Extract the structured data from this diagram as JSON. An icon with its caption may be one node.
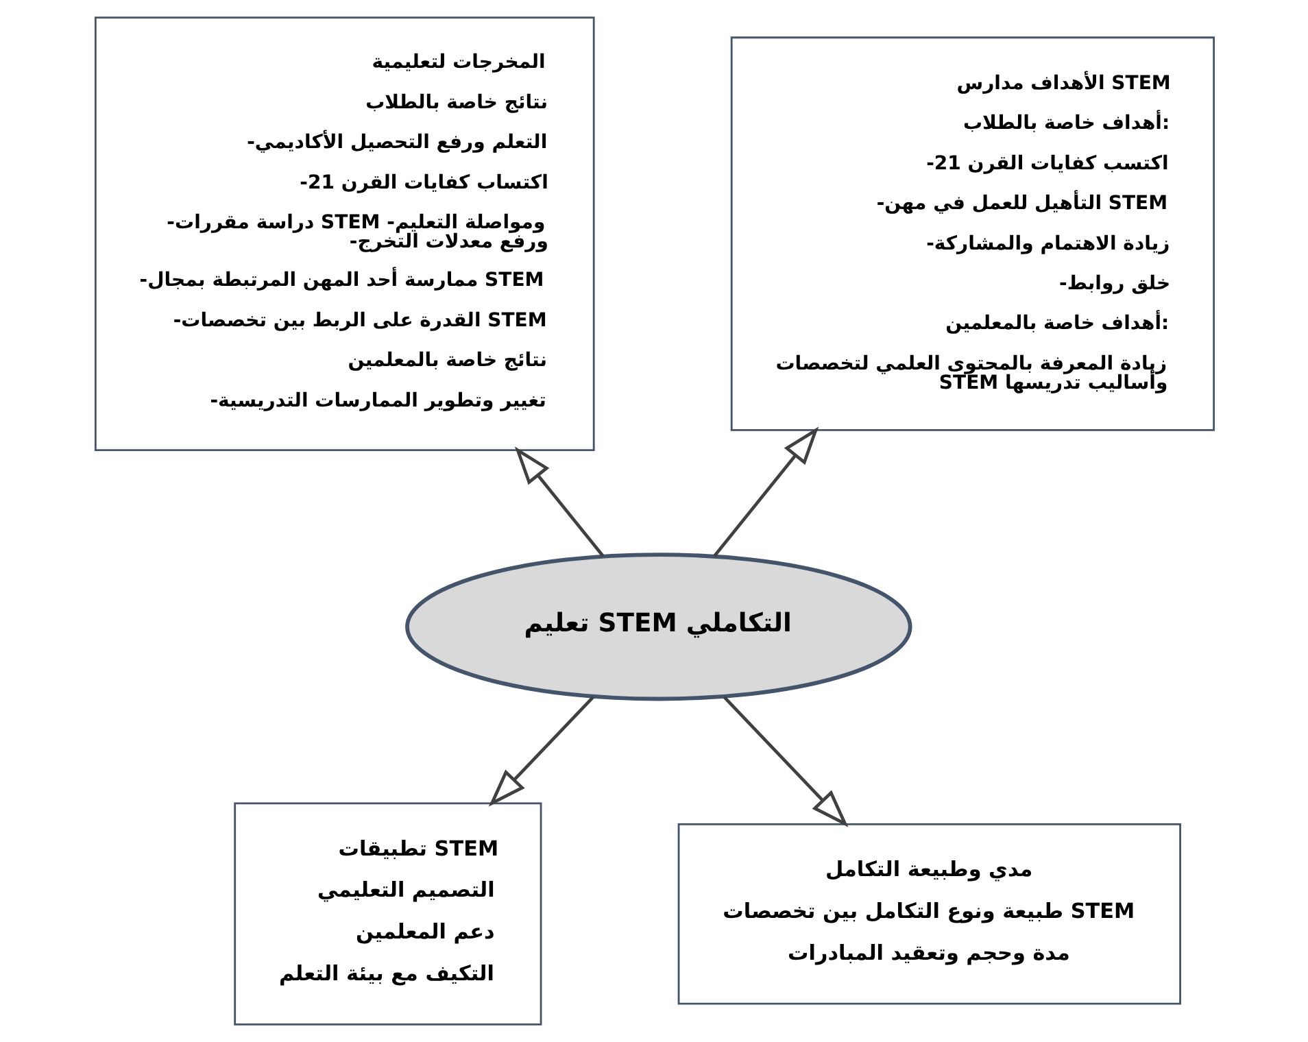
{
  "diagram": {
    "nodes": [
      {
        "text": [
          "تعليم STEM التكاملي"
        ]
      },
      {
        "text": [
          "المخرجات لتعليمية",
          "نتائج خاصة بالطلاب",
          "-التعلم ورفع التحصيل الأكاديمي",
          "-اكتساب كفايات القرن 21",
          "-دراسة مقررات STEM -ومواصلة التعليم -ورفع معدلات التخرج",
          "-ممارسة أحد المهن المرتبطة بمجال STEM",
          "-القدرة على الربط بين تخصصات STEM",
          "نتائج خاصة بالمعلمين",
          "-تغيير وتطوير الممارسات التدريسية"
        ]
      },
      {
        "text": [
          "الأهداف مدارس STEM",
          "أهداف خاصة بالطلاب:",
          "-اكتسب كفايات القرن 21",
          "-التأهيل للعمل في مهن STEM",
          "-زيادة الاهتمام والمشاركة",
          "-خلق روابط",
          "أهداف خاصة بالمعلمين:",
          "زيادة المعرفة بالمحتوى العلمي لتخصصات STEM وأساليب تدريسها"
        ]
      },
      {
        "text": [
          "تطبيقات STEM",
          "التصميم التعليمي",
          "دعم المعلمين",
          "التكيف مع بيئة التعلم"
        ]
      },
      {
        "text": [
          "مدي وطبيعة التكامل",
          "طبيعة ونوع التكامل بين تخصصات STEM",
          "مدة وحجم وتعقيد المبادرات"
        ]
      }
    ],
    "edges": [
      {
        "from": 0,
        "to": 1,
        "arrow": "to"
      },
      {
        "from": 0,
        "to": 2,
        "arrow": "to"
      },
      {
        "from": 0,
        "to": 3,
        "arrow": "to"
      },
      {
        "from": 0,
        "to": 4,
        "arrow": "to"
      }
    ]
  }
}
